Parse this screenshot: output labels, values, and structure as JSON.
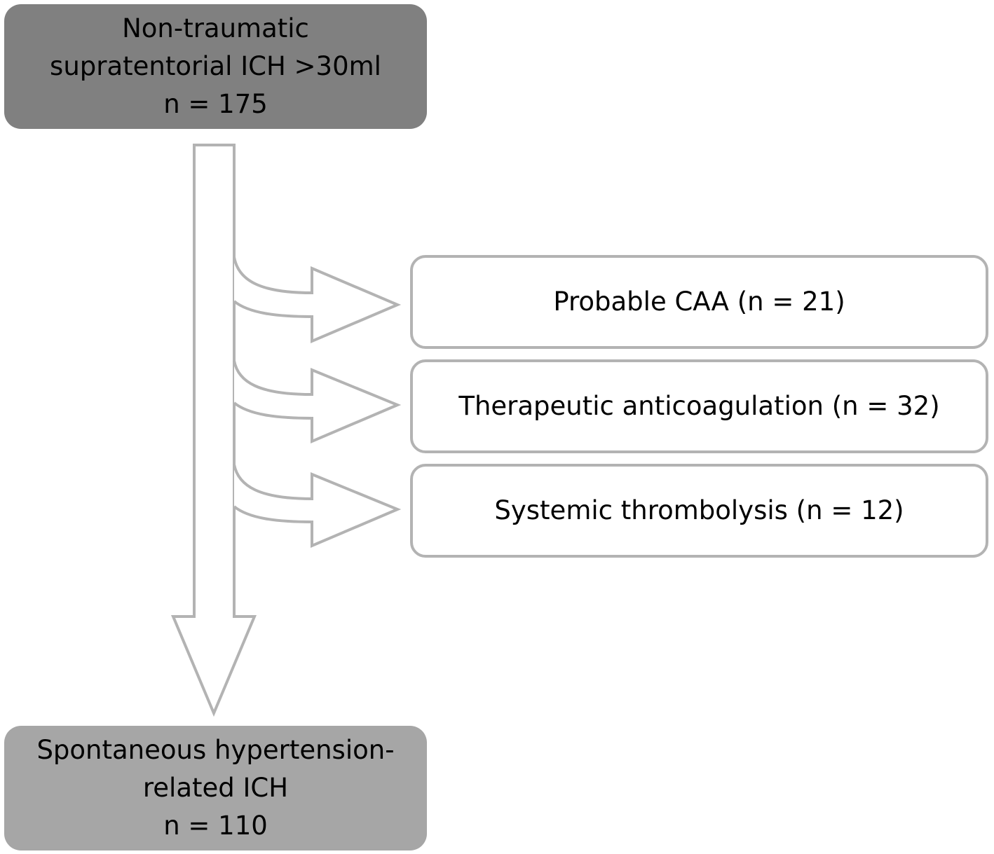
{
  "top_box": {
    "line1": "Non-traumatic",
    "line2": "supratentorial ICH >30ml",
    "line3": "n = 175"
  },
  "exclusions": [
    {
      "label": "Probable CAA (n = 21)"
    },
    {
      "label": "Therapeutic anticoagulation (n = 32)"
    },
    {
      "label": "Systemic thrombolysis (n = 12)"
    }
  ],
  "bottom_box": {
    "line1": "Spontaneous hypertension-",
    "line2": "related ICH",
    "line3": "n = 110"
  },
  "colors": {
    "top_box_fill": "#808080",
    "bottom_box_fill": "#a6a6a6",
    "arrow_outline": "#b3b3b3",
    "box_outline": "#b3b3b3"
  }
}
